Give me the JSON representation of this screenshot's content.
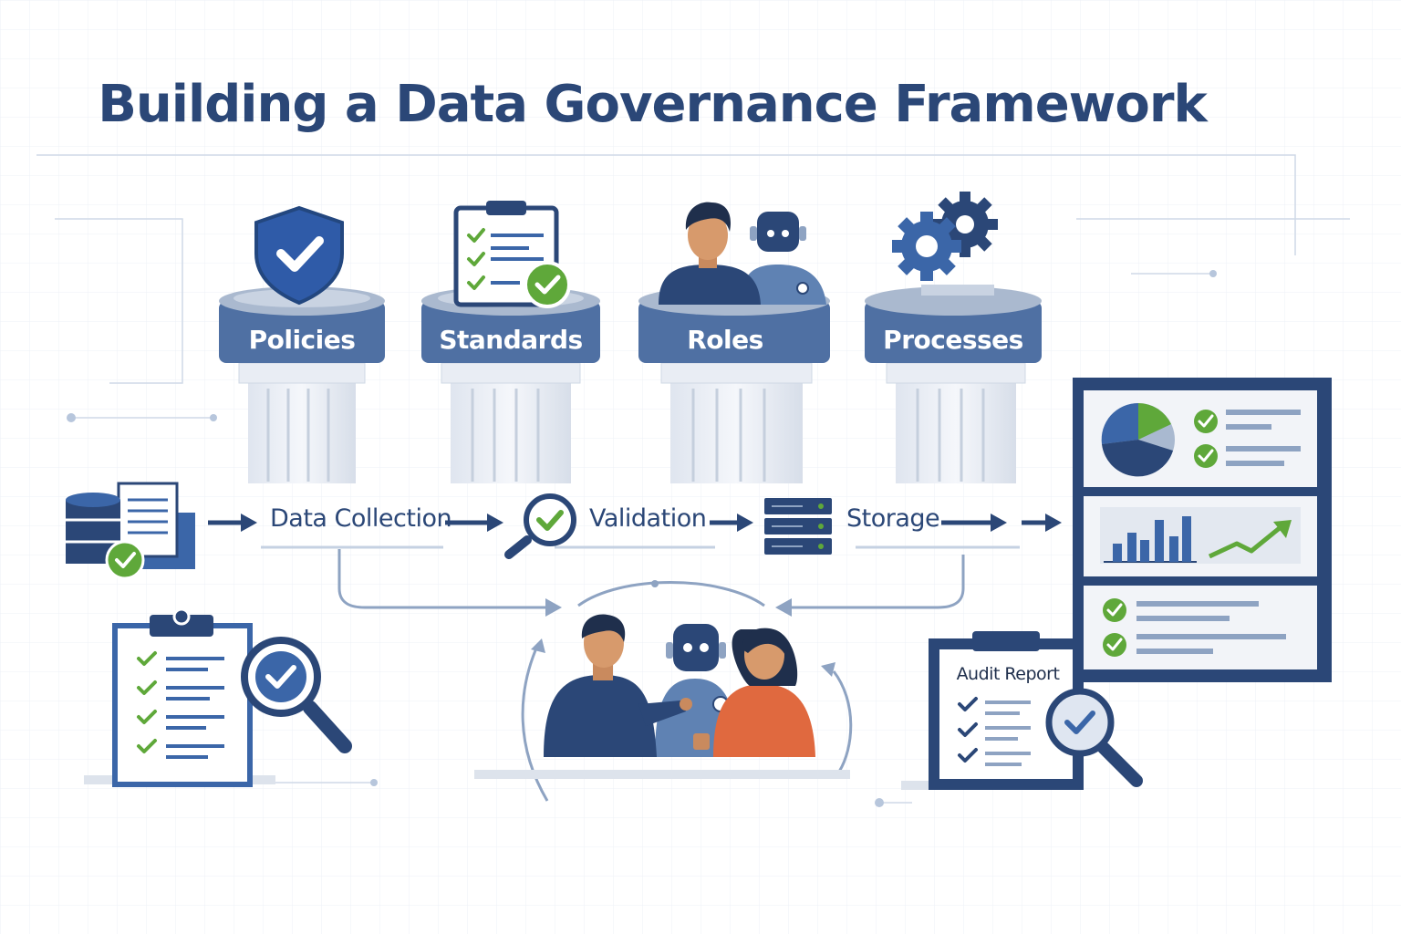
{
  "title": "Building a Data Governance Framework",
  "pillars": [
    {
      "label": "Policies",
      "icon": "shield-check-icon"
    },
    {
      "label": "Standards",
      "icon": "clipboard-check-icon"
    },
    {
      "label": "Roles",
      "icon": "person-robot-icon"
    },
    {
      "label": "Processes",
      "icon": "gears-icon"
    }
  ],
  "flow": {
    "steps": [
      {
        "label": "Data Collection",
        "icon": "database-document-icon"
      },
      {
        "label": "Validation",
        "icon": "magnifier-check-icon"
      },
      {
        "label": "Storage",
        "icon": "server-icon"
      }
    ]
  },
  "audit_report": {
    "label": "Audit Report"
  },
  "colors": {
    "navy": "#2b4777",
    "blue": "#3b66a8",
    "steel": "#5f82b3",
    "green": "#5fa83a",
    "orange": "#e0693f",
    "background": "#ffffff",
    "grid": "#e7edf5"
  }
}
